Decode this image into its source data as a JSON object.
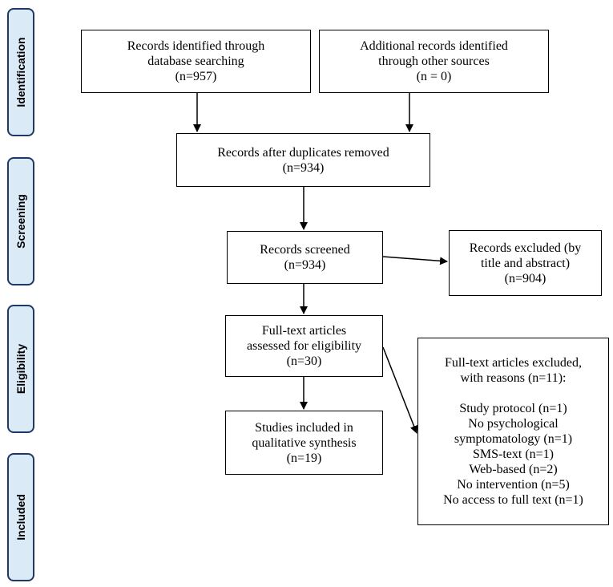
{
  "phases": {
    "identification": "Identification",
    "screening": "Screening",
    "eligibility": "Eligibility",
    "included": "Included"
  },
  "boxes": {
    "database_search": {
      "l1": "Records identified through",
      "l2": "database searching",
      "l3": "(n=957)"
    },
    "other_sources": {
      "l1": "Additional records identified",
      "l2": "through other sources",
      "l3": "(n = 0)"
    },
    "after_duplicates": {
      "l1": "Records after duplicates removed",
      "l2": "(n=934)"
    },
    "screened": {
      "l1": "Records screened",
      "l2": "(n=934)"
    },
    "excluded_title": {
      "l1": "Records excluded (by",
      "l2": "title and abstract)",
      "l3": "(n=904)"
    },
    "fulltext_assessed": {
      "l1": "Full-text articles",
      "l2": "assessed for eligibility",
      "l3": "(n=30)"
    },
    "included_studies": {
      "l1": "Studies included in",
      "l2": "qualitative synthesis",
      "l3": "(n=19)"
    },
    "fulltext_excluded": {
      "l1": "Full-text articles excluded,",
      "l2": "with reasons (n=11):",
      "reasons": [
        "Study protocol (n=1)",
        "No psychological",
        "symptomatology (n=1)",
        "SMS-text (n=1)",
        "Web-based (n=2)",
        "No intervention (n=5)",
        "No access to full text (n=1)"
      ]
    }
  }
}
